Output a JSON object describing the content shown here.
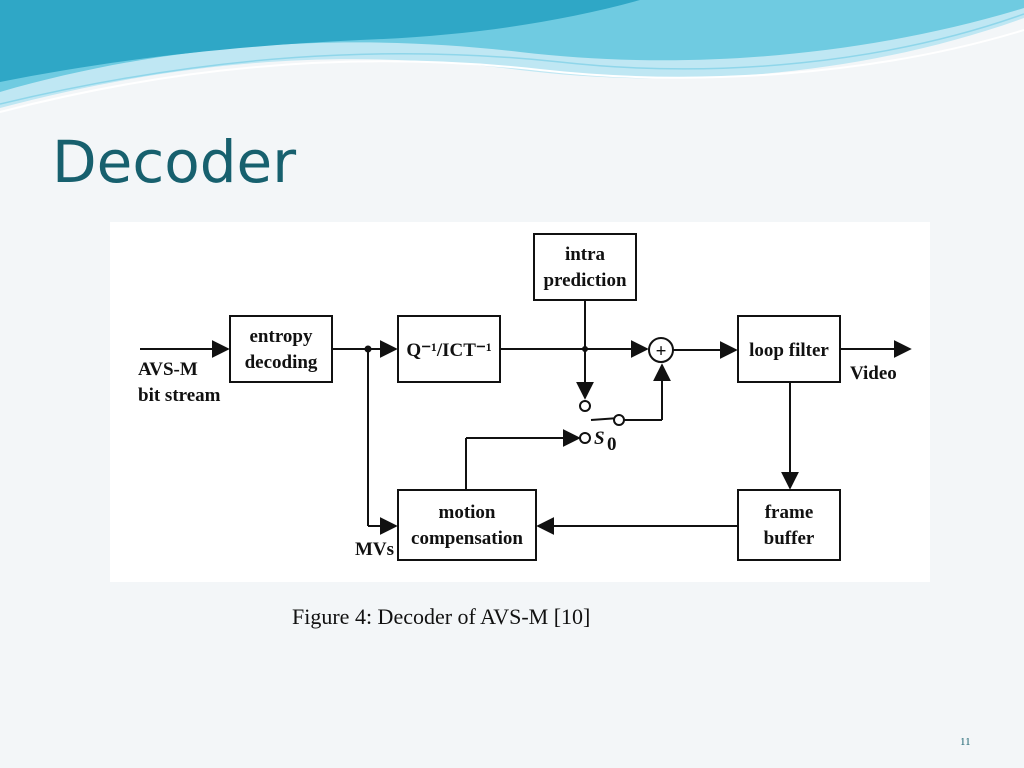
{
  "slide": {
    "title": "Decoder",
    "caption": "Figure 4: Decoder  of AVS-M [10]",
    "page_number": "11"
  },
  "diagram": {
    "blocks": {
      "entropy": [
        "entropy",
        "decoding"
      ],
      "quant": "Q⁻¹/ICT⁻¹",
      "intra": [
        "intra",
        "prediction"
      ],
      "loop": "loop filter",
      "motion": [
        "motion",
        "compensation"
      ],
      "frame": [
        "frame",
        "buffer"
      ]
    },
    "labels": {
      "input": [
        "AVS-M",
        "bit stream"
      ],
      "output": "Video",
      "mvs": "MVs",
      "switch": "S",
      "switch_sub": "0",
      "adder": "+"
    }
  },
  "colors": {
    "title": "#17606e",
    "wave_dark": "#3fb3cf",
    "wave_light": "#a9dff0"
  }
}
